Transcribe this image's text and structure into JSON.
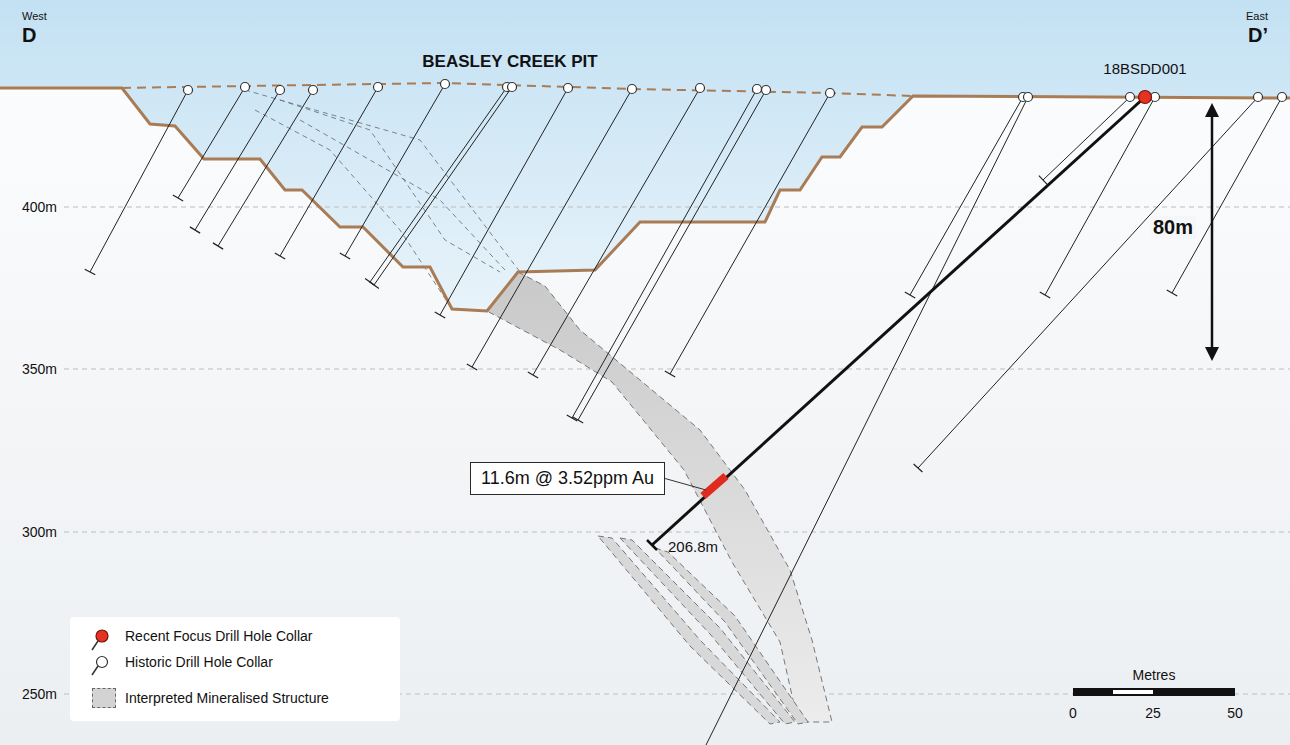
{
  "diagram": {
    "nodes": [
      {
        "text": [
          "11.6m @ 3.52ppm Au"
        ]
      }
    ],
    "labels": [
      "West",
      "D",
      "East",
      "D’",
      "BEASLEY CREEK PIT",
      "18BSDD001",
      "400m",
      "350m",
      "300m",
      "250m",
      "80m",
      "206.8m",
      "Metres",
      "0",
      "25",
      "50"
    ],
    "legend": [
      {
        "text": "Recent Focus Drill Hole Collar"
      },
      {
        "text": "Historic Drill Hole Collar"
      },
      {
        "text": "Interpreted Mineralised Structure",
        "color": "#d3d3d3"
      }
    ]
  }
}
